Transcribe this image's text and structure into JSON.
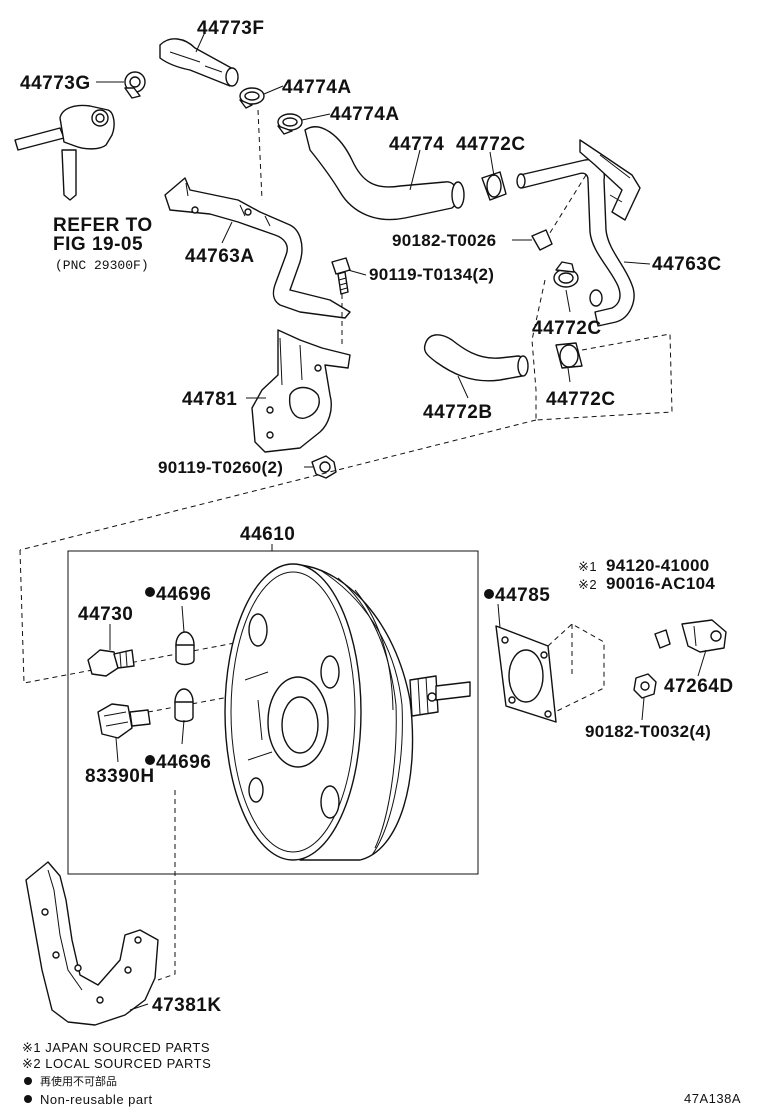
{
  "labels": {
    "p44773f": "44773F",
    "p44773g": "44773G",
    "p44774a_1": "44774A",
    "p44774a_2": "44774A",
    "p44774": "44774",
    "p44772c_1": "44772C",
    "p44772c_2": "44772C",
    "p44772c_3": "44772C",
    "p90182_t0026": "90182-T0026",
    "p44763c": "44763C",
    "p44763a": "44763A",
    "p90119_t0134": "90119-T0134(2)",
    "p44781": "44781",
    "p44772b": "44772B",
    "p90119_t0260": "90119-T0260(2)",
    "p44610": "44610",
    "p44696_1": "44696",
    "p44696_2": "44696",
    "p44730": "44730",
    "p83390h": "83390H",
    "p44785": "44785",
    "p94120_41000": "94120-41000",
    "p90016_ac104": "90016-AC104",
    "p47264d": "47264D",
    "p90182_t0032": "90182-T0032(4)",
    "p47381k": "47381K"
  },
  "refer": {
    "line1": "REFER TO",
    "line2": "FIG 19-05",
    "line3": "(PNC 29300F)"
  },
  "marks": {
    "ref1": "※1",
    "ref2": "※2"
  },
  "legend": {
    "note1": "※1 JAPAN SOURCED PARTS",
    "note2": "※2 LOCAL SOURCED PARTS",
    "nonreusable_jp": "再使用不可部品",
    "nonreusable_en": "Non-reusable part"
  },
  "figure_code": "47A138A"
}
